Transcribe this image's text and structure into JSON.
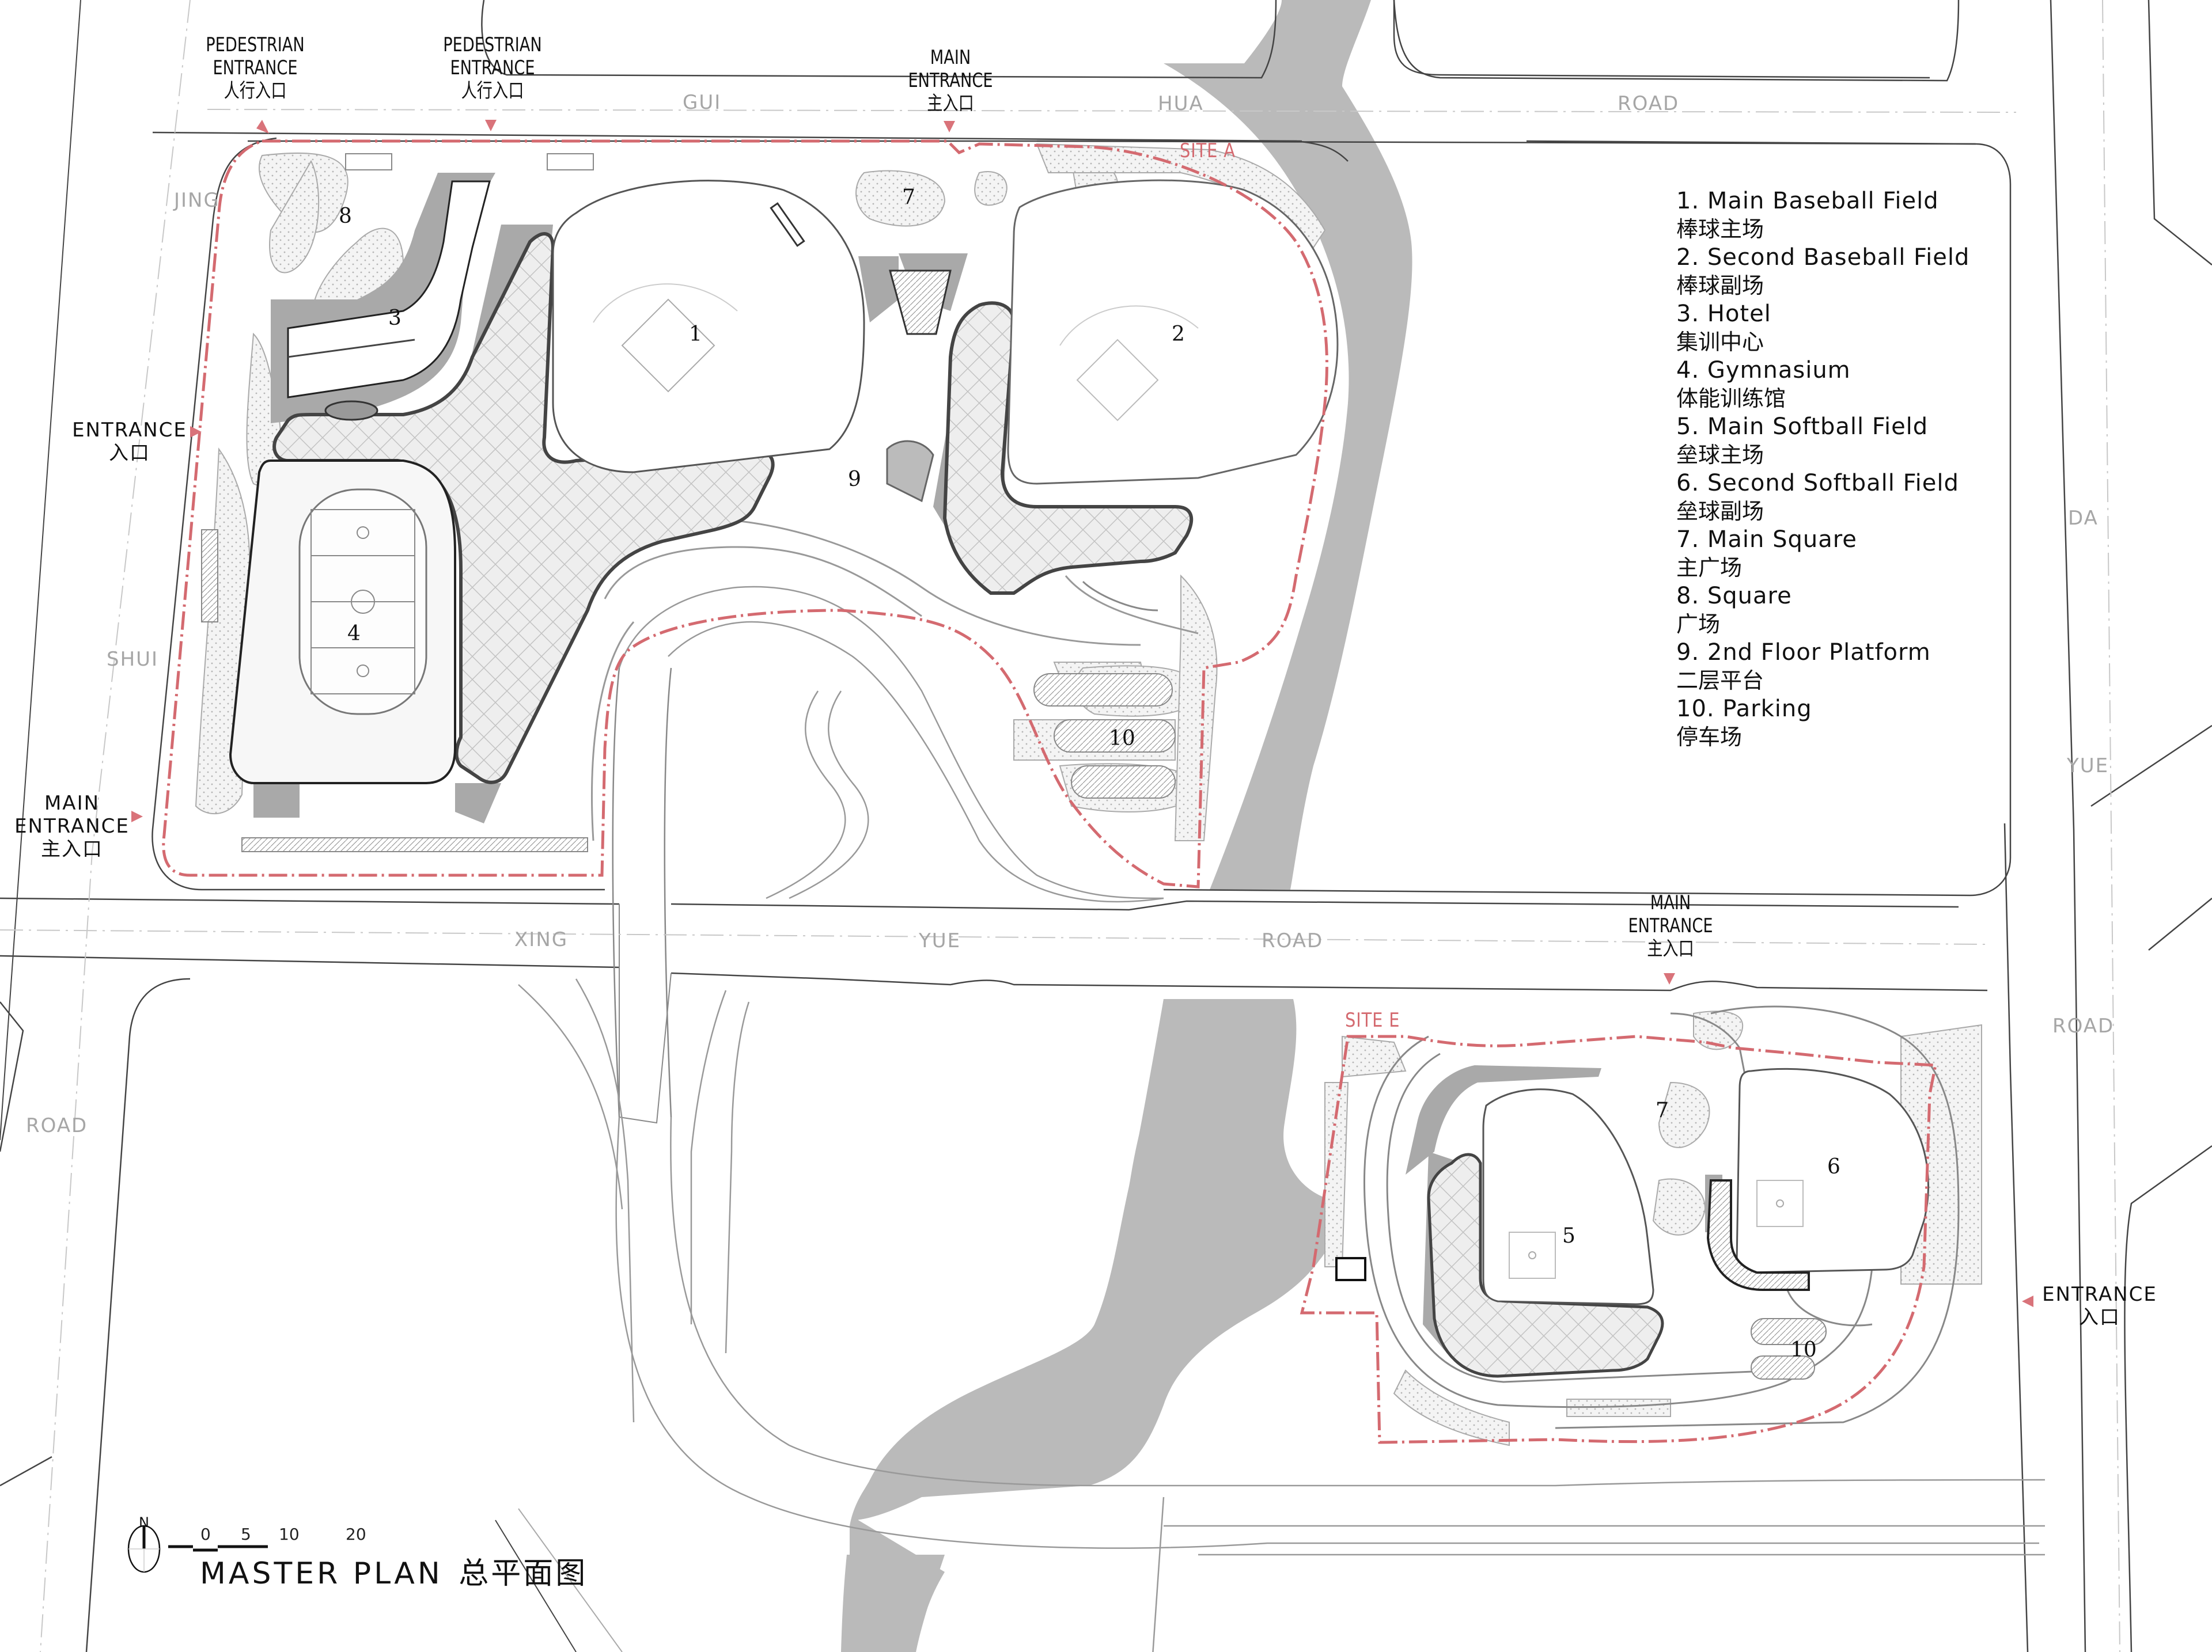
{
  "title": {
    "en": "MASTER PLAN",
    "zh": "总平面图"
  },
  "north_arrow": {
    "label": "N",
    "icon": "north-arrow-icon"
  },
  "scale_bar": {
    "ticks": [
      "0",
      "5",
      "10",
      "20"
    ]
  },
  "colors": {
    "river": "#bababa",
    "site_boundary": "#d46a70",
    "entrance_arrow": "#d9737a",
    "road_label": "#a6a6a6",
    "building_outline": "#3a3a3a",
    "shadow": "#a9a9a9"
  },
  "sites": [
    {
      "label": "SITE A"
    },
    {
      "label": "SITE E"
    }
  ],
  "roads": {
    "top": [
      "GUI",
      "HUA",
      "ROAD"
    ],
    "left_upper": [
      "JING",
      "SHUI"
    ],
    "middle": [
      "XING",
      "YUE",
      "ROAD"
    ],
    "left_lower": "ROAD",
    "right": [
      "DA",
      "YUE",
      "ROAD"
    ]
  },
  "entrances": {
    "ped_1": {
      "en1": "PEDESTRIAN",
      "en2": "ENTRANCE",
      "zh": "人行入口"
    },
    "ped_2": {
      "en1": "PEDESTRIAN",
      "en2": "ENTRANCE",
      "zh": "人行入口"
    },
    "main_top": {
      "en1": "MAIN",
      "en2": "ENTRANCE",
      "zh": "主入口"
    },
    "west": {
      "en": "ENTRANCE",
      "zh": "入口"
    },
    "main_west": {
      "en1": "MAIN",
      "en2": "ENTRANCE",
      "zh": "主入口"
    },
    "main_site_e": {
      "en1": "MAIN",
      "en2": "ENTRANCE",
      "zh": "主入口"
    },
    "east_site_e": {
      "en": "ENTRANCE",
      "zh": "入口"
    }
  },
  "map_numbers": {
    "site_a": [
      "1",
      "2",
      "3",
      "4",
      "7",
      "8",
      "9",
      "10"
    ],
    "site_e": [
      "5",
      "6",
      "7",
      "10"
    ]
  },
  "legend": [
    {
      "en": "1. Main Baseball Field",
      "zh": "棒球主场"
    },
    {
      "en": "2. Second Baseball Field",
      "zh": "棒球副场"
    },
    {
      "en": "3. Hotel",
      "zh": "集训中心"
    },
    {
      "en": "4. Gymnasium",
      "zh": "体能训练馆"
    },
    {
      "en": "5. Main Softball Field",
      "zh": "垒球主场"
    },
    {
      "en": "6. Second Softball Field",
      "zh": "垒球副场"
    },
    {
      "en": "7. Main Square",
      "zh": "主广场"
    },
    {
      "en": "8. Square",
      "zh": "广场"
    },
    {
      "en": "9. 2nd Floor Platform",
      "zh": "二层平台"
    },
    {
      "en": "10. Parking",
      "zh": "停车场"
    }
  ]
}
